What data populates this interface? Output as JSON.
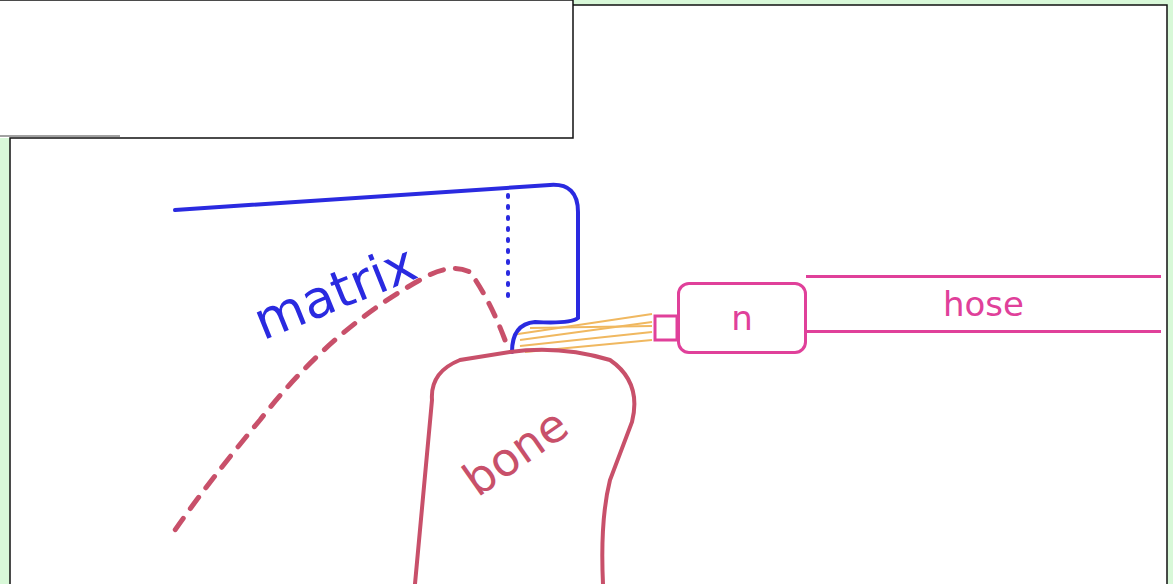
{
  "diagram": {
    "nodes": [
      {
        "text": [
          "bone"
        ]
      },
      {
        "text": [
          "n"
        ]
      },
      {
        "text": [
          "hose"
        ]
      }
    ],
    "labels": [
      "matrix"
    ]
  }
}
